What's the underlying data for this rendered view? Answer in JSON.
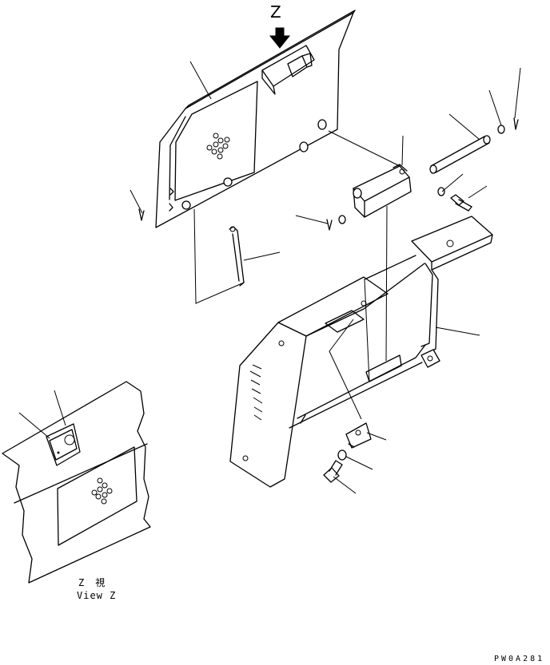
{
  "view_marker": "Z",
  "caption_jp": "Z　視",
  "caption_en": "View Z",
  "drawing_code": "PW0A281",
  "colors": {
    "line": "#000000",
    "background": "#ffffff"
  }
}
